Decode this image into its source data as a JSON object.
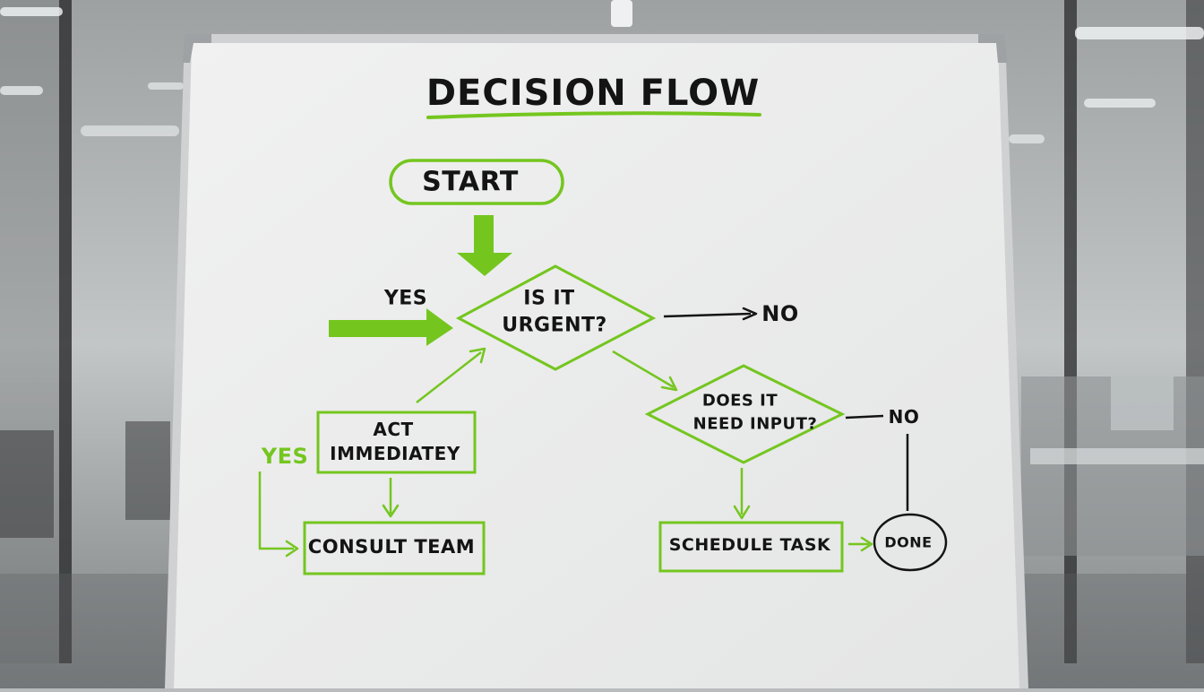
{
  "board": {
    "title": "DECISION FLOW",
    "nodes": {
      "start": "START",
      "urgent_line1": "IS IT",
      "urgent_line2": "URGENT?",
      "input_line1": "DOES IT",
      "input_line2": "NEED INPUT?",
      "act_line1": "ACT",
      "act_line2": "IMMEDIATEY",
      "consult": "CONSULT TEAM",
      "schedule": "SCHEDULE TASK",
      "done": "DONE"
    },
    "labels": {
      "yes_top": "YES",
      "no_top": "NO",
      "no_right": "NO",
      "yes_left": "YES"
    }
  },
  "colors": {
    "marker_green": "#74c61f",
    "marker_black": "#141414",
    "board_white": "#ececec",
    "frame": "#d6d7d8"
  }
}
